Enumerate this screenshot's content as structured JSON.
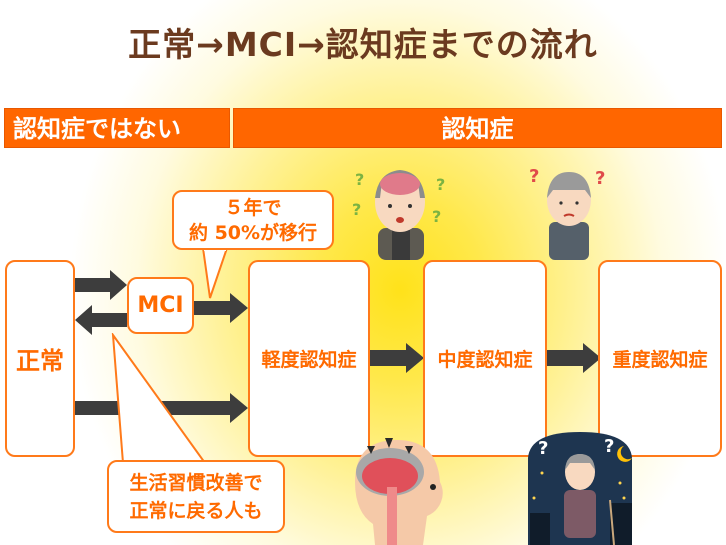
{
  "title": "正常→MCI→認知症までの流れ",
  "headers": {
    "not_dementia": "認知症ではない",
    "dementia": "認知症"
  },
  "stages": {
    "normal": "正常",
    "mci": "MCI",
    "mild": "軽度認知症",
    "moderate": "中度認知症",
    "severe": "重度認知症"
  },
  "callouts": {
    "transition_line1": "５年で",
    "transition_line2": "約 50%が移行",
    "recovery_line1": "生活習慣改善で",
    "recovery_line2": "正常に戻る人も"
  },
  "illustrations": [
    "elderly-man-confused-icon",
    "elderly-woman-confused-icon",
    "brain-atrophy-icon",
    "elderly-woman-wandering-night-icon"
  ],
  "colors": {
    "accent": "#ff6600",
    "title": "#6b3a1f",
    "arrow": "#3d3d3d"
  }
}
